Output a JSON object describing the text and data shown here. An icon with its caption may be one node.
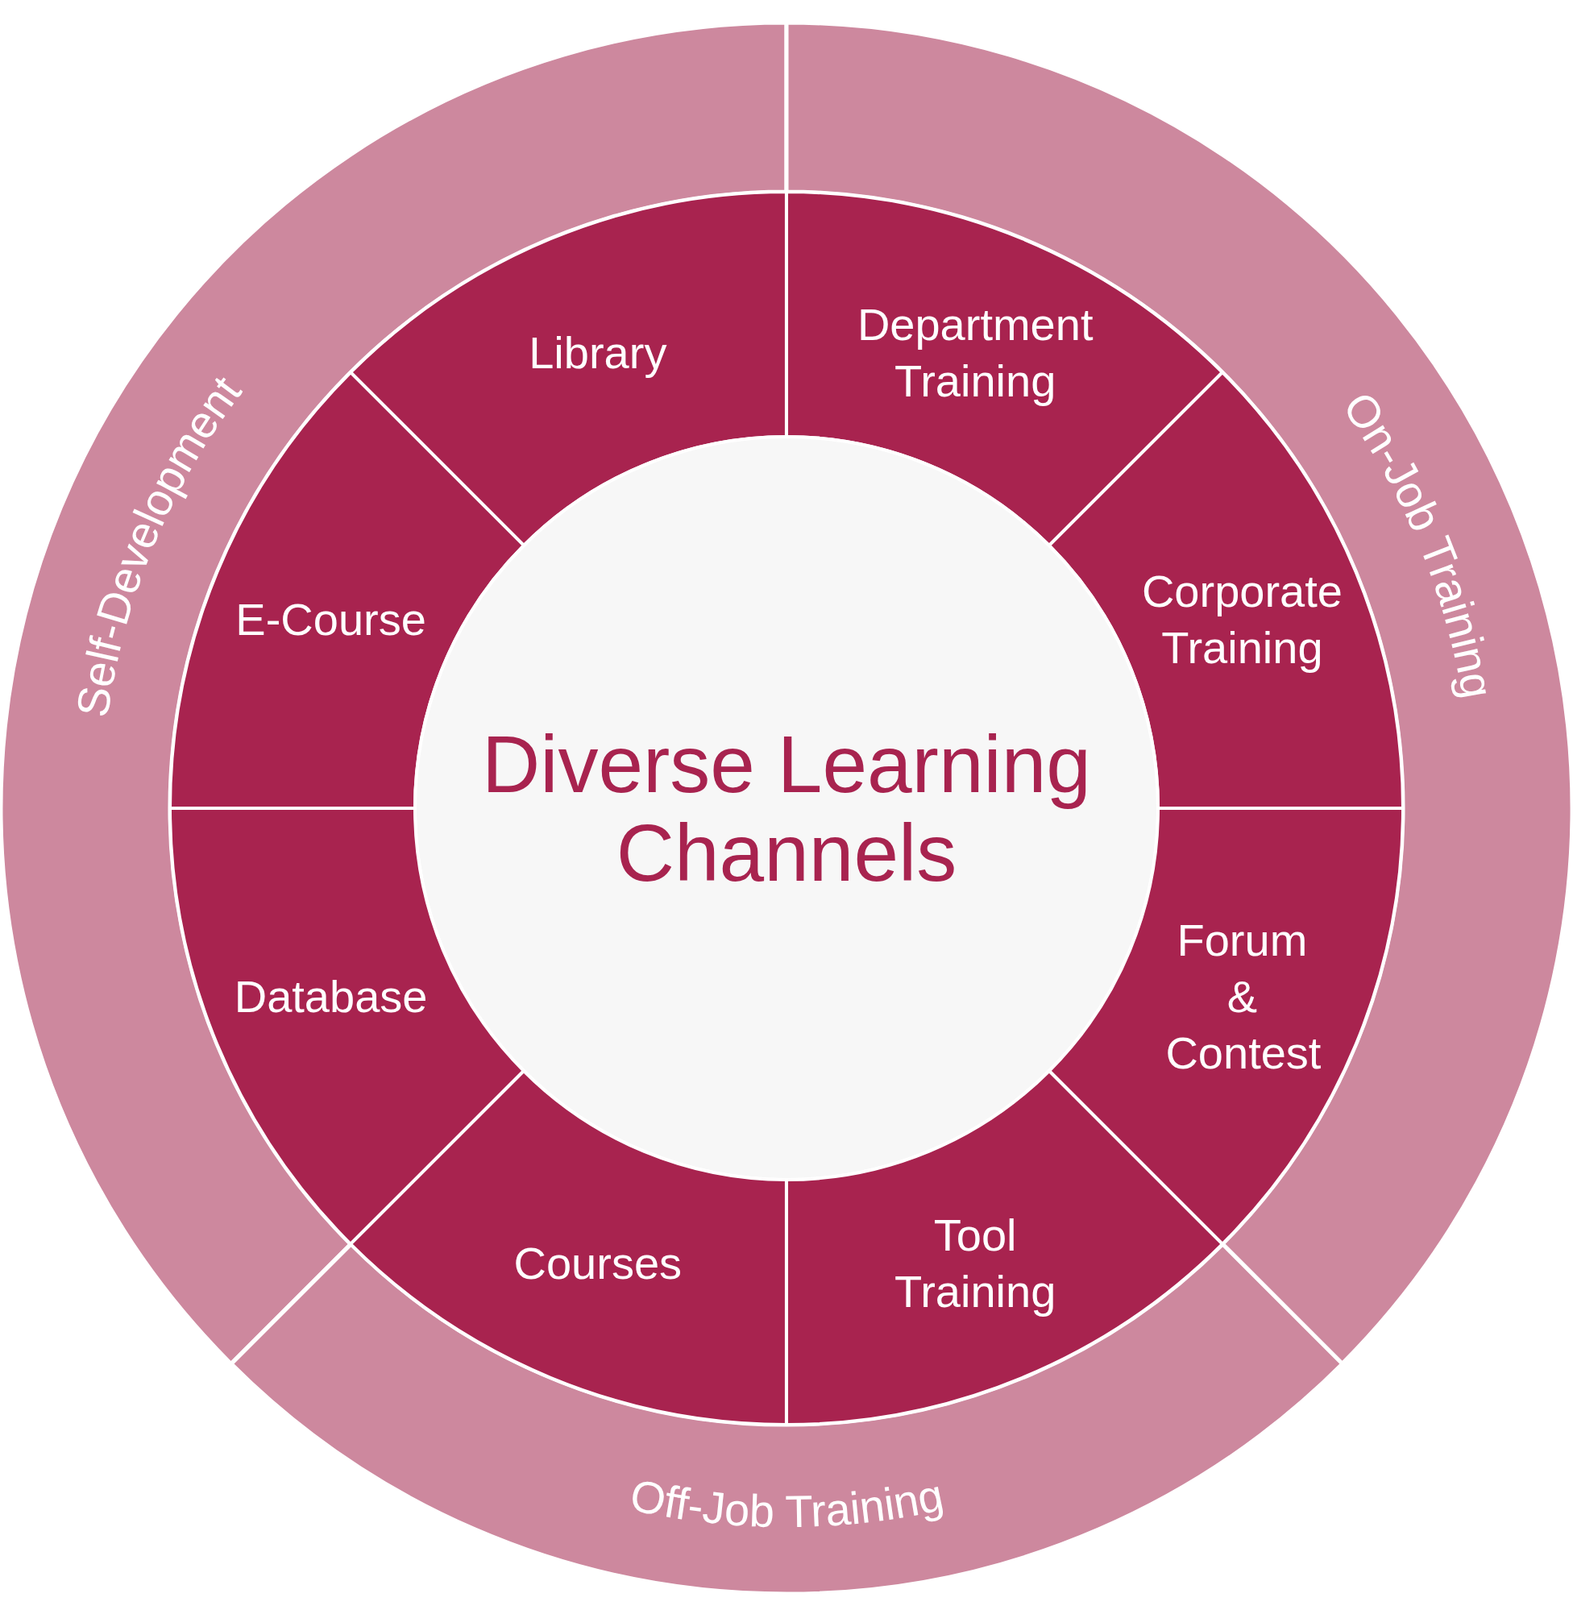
{
  "diagram": {
    "nodes": [
      {
        "text": [
          "Self-Development"
        ]
      },
      {
        "text": [
          "On-Job Training"
        ]
      },
      {
        "text": [
          "Off-Job Training"
        ]
      },
      {
        "text": [
          "Library"
        ]
      },
      {
        "text": [
          "Department Training"
        ]
      },
      {
        "text": [
          "E-Course"
        ]
      },
      {
        "text": [
          "Corporate Training"
        ]
      },
      {
        "text": [
          "Diverse Learning Channels"
        ]
      },
      {
        "text": [
          "Database"
        ]
      },
      {
        "text": [
          "Forum & Contest"
        ]
      },
      {
        "text": [
          "Courses"
        ]
      },
      {
        "text": [
          "Tool Training"
        ]
      }
    ]
  }
}
